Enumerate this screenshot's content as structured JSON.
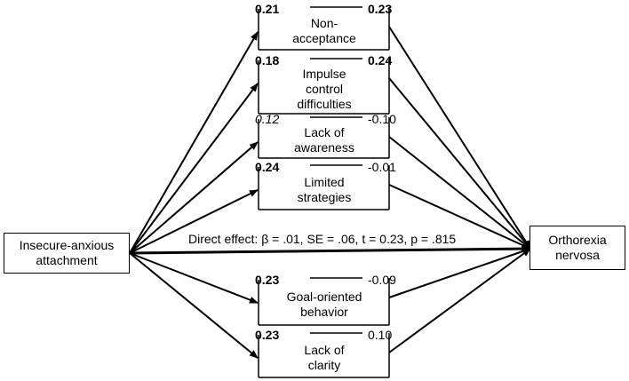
{
  "predictor": {
    "label": "Insecure-anxious\nattachment"
  },
  "outcome": {
    "label": "Orthorexia\nnervosa"
  },
  "direct_effect": {
    "label": "Direct effect: β = .01, SE = .06, t = 0.23, p = .815"
  },
  "mediators": [
    {
      "label": "Non-\nacceptance",
      "a": {
        "text": "0.21",
        "style": "bold"
      },
      "b": {
        "text": "0.23",
        "style": "bold"
      }
    },
    {
      "label": "Impulse\ncontrol\ndifficulties",
      "a": {
        "text": "0.18",
        "style": "bold"
      },
      "b": {
        "text": "0.24",
        "style": "bold"
      }
    },
    {
      "label": "Lack of\nawareness",
      "a": {
        "text": "0.12",
        "style": "italic"
      },
      "b": {
        "text": "-0.10",
        "style": "normal"
      }
    },
    {
      "label": "Limited\nstrategies",
      "a": {
        "text": "0.24",
        "style": "bold"
      },
      "b": {
        "text": "-0.01",
        "style": "normal"
      }
    },
    {
      "label": "Goal-oriented\nbehavior",
      "a": {
        "text": "0.23",
        "style": "bold"
      },
      "b": {
        "text": "-0.09",
        "style": "normal"
      }
    },
    {
      "label": "Lack of\nclarity",
      "a": {
        "text": "0.23",
        "style": "bold"
      },
      "b": {
        "text": "0.10",
        "style": "normal"
      }
    }
  ]
}
